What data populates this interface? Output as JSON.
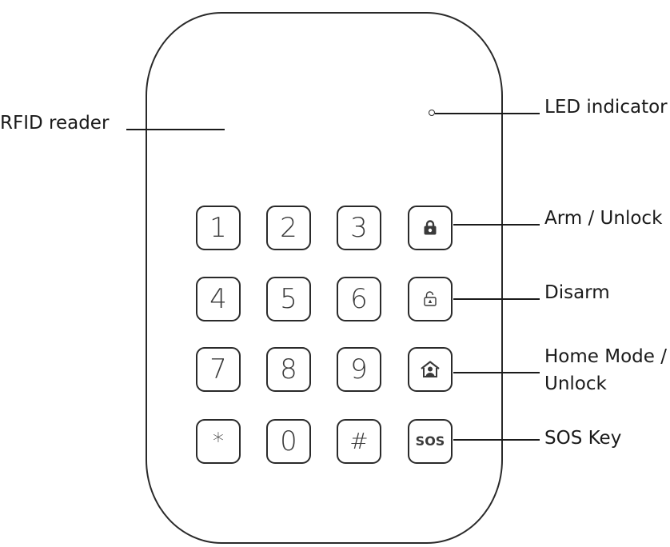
{
  "keypad": {
    "keys": [
      "1",
      "2",
      "3",
      "4",
      "5",
      "6",
      "7",
      "8",
      "9",
      "*",
      "0",
      "#"
    ],
    "sos_label": "SOS",
    "icons": [
      "lock-closed-icon",
      "lock-open-icon",
      "home-person-icon"
    ]
  },
  "labels": {
    "rfid": "RFID reader",
    "led": "LED indicator",
    "arm": "Arm / Unlock",
    "disarm": "Disarm",
    "home_line1": "Home Mode /",
    "home_line2": "Unlock",
    "sos": "SOS Key"
  }
}
